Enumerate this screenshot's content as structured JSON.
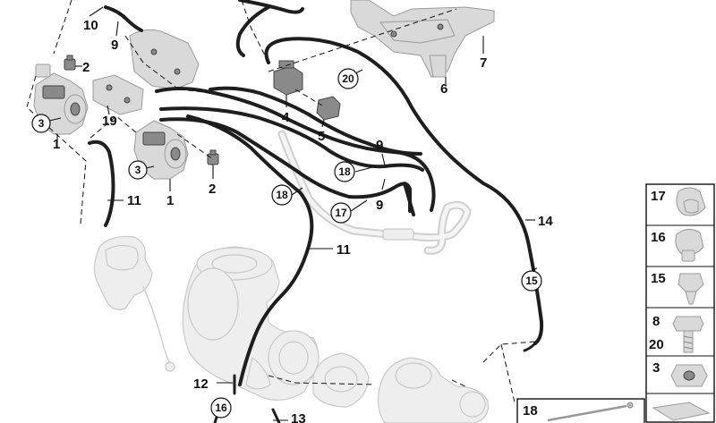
{
  "diagram": {
    "callouts": {
      "p1a": "1",
      "p1b": "1",
      "p2a": "2",
      "p2b": "2",
      "p4": "4",
      "p5": "5",
      "p6": "6",
      "p7": "7",
      "p9a": "9",
      "p9b": "9",
      "p9c": "9",
      "p10": "10",
      "p11a": "11",
      "p11b": "11",
      "p12": "12",
      "p13": "13",
      "p14": "14",
      "p19": "19"
    },
    "circled": {
      "c3a": "3",
      "c3b": "3",
      "c15": "15",
      "c16": "16",
      "c17": "17",
      "c18a": "18",
      "c18b": "18",
      "c20": "20"
    },
    "side_panel": {
      "items": [
        "17",
        "16",
        "15",
        "8",
        "20",
        "3"
      ]
    },
    "bottom_panel": {
      "label": "18"
    }
  }
}
